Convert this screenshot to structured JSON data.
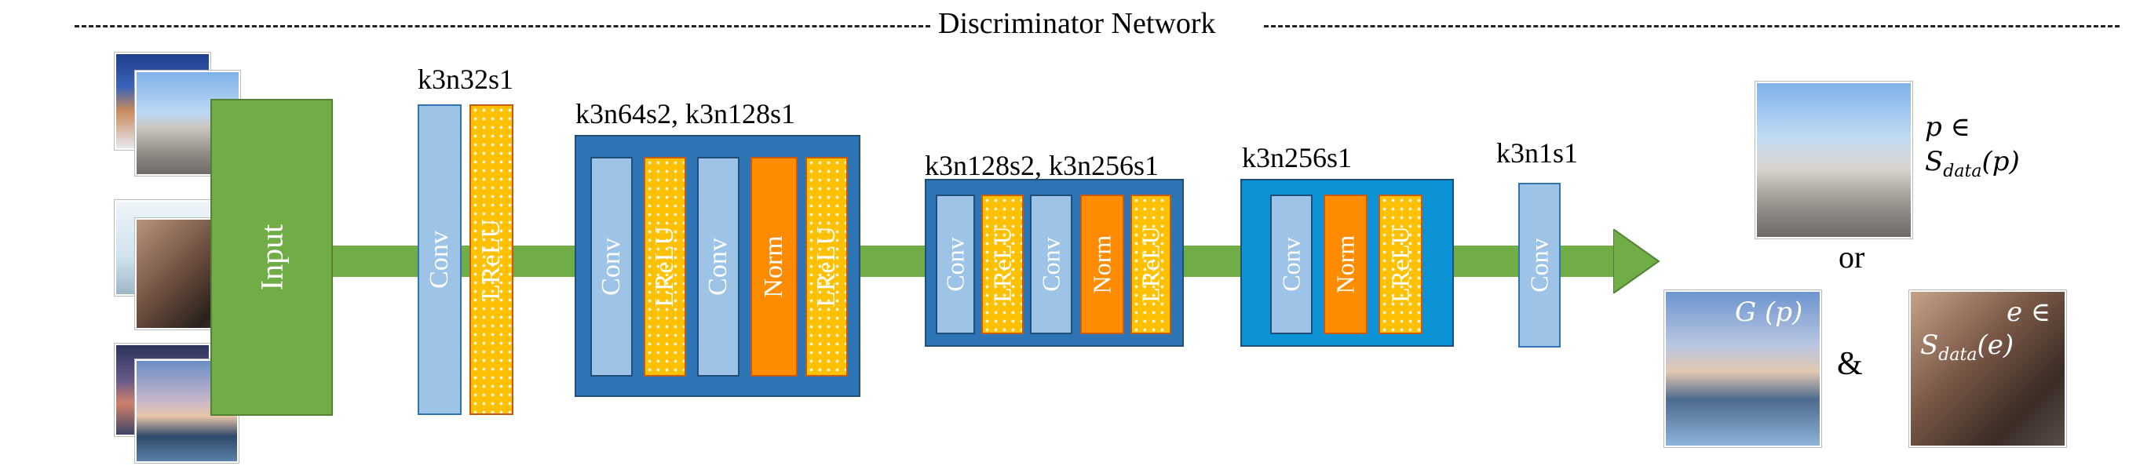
{
  "title": "Discriminator Network",
  "input_label": "Input",
  "stage_labels": {
    "s1": "k3n32s1",
    "s2": "k3n64s2, k3n128s1",
    "s3": "k3n128s2, k3n256s1",
    "s4": "k3n256s1",
    "s5": "k3n1s1"
  },
  "layers": {
    "conv": "Conv",
    "lrelu": "LReLU",
    "norm": "Norm"
  },
  "outputs": {
    "p_in": "p ∈",
    "s_data_p": "S",
    "s_data_p_sub": "data",
    "s_data_p_arg": "(p)",
    "or": "or",
    "g_p": "G (p)",
    "amp": "&",
    "e_in": "e ∈",
    "s_data_e": "S",
    "s_data_e_sub": "data",
    "s_data_e_arg": "(e)"
  },
  "colors": {
    "arrow_green": "#70ad47",
    "input_green": "#70ad47",
    "conv_blue": "#9dc3e6",
    "lrelu_yellow": "#ffc000",
    "norm_orange": "#ff8c00",
    "block_blue_dark": "#2e75b6",
    "block_blue_light": "#0b93d6"
  }
}
